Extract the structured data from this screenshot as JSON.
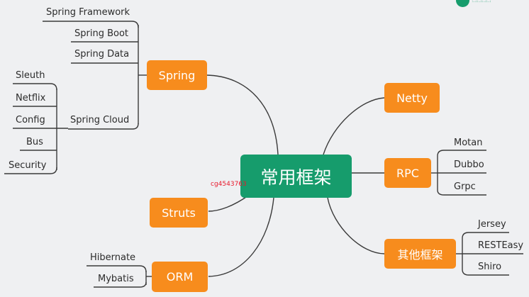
{
  "center": {
    "label": "常用框架"
  },
  "branches": {
    "spring": {
      "label": "Spring",
      "children": [
        "Spring Framework",
        "Spring Boot",
        "Spring Data",
        "Spring Cloud"
      ],
      "cloud_children": [
        "Sleuth",
        "Netflix",
        "Config",
        "Bus",
        "Security"
      ]
    },
    "struts": {
      "label": "Struts"
    },
    "orm": {
      "label": "ORM",
      "children": [
        "Hibernate",
        "Mybatis"
      ]
    },
    "netty": {
      "label": "Netty"
    },
    "rpc": {
      "label": "RPC",
      "children": [
        "Motan",
        "Dubbo",
        "Grpc"
      ]
    },
    "other": {
      "label": "其他框架",
      "children": [
        "Jersey",
        "RESTEasy",
        "Shiro"
      ]
    }
  },
  "watermark": "cg4543763",
  "colors": {
    "central": "#169c6c",
    "branch": "#f78c1d",
    "line": "#3a3a3a",
    "background": "#eff0f2",
    "watermark": "#e8192c"
  }
}
